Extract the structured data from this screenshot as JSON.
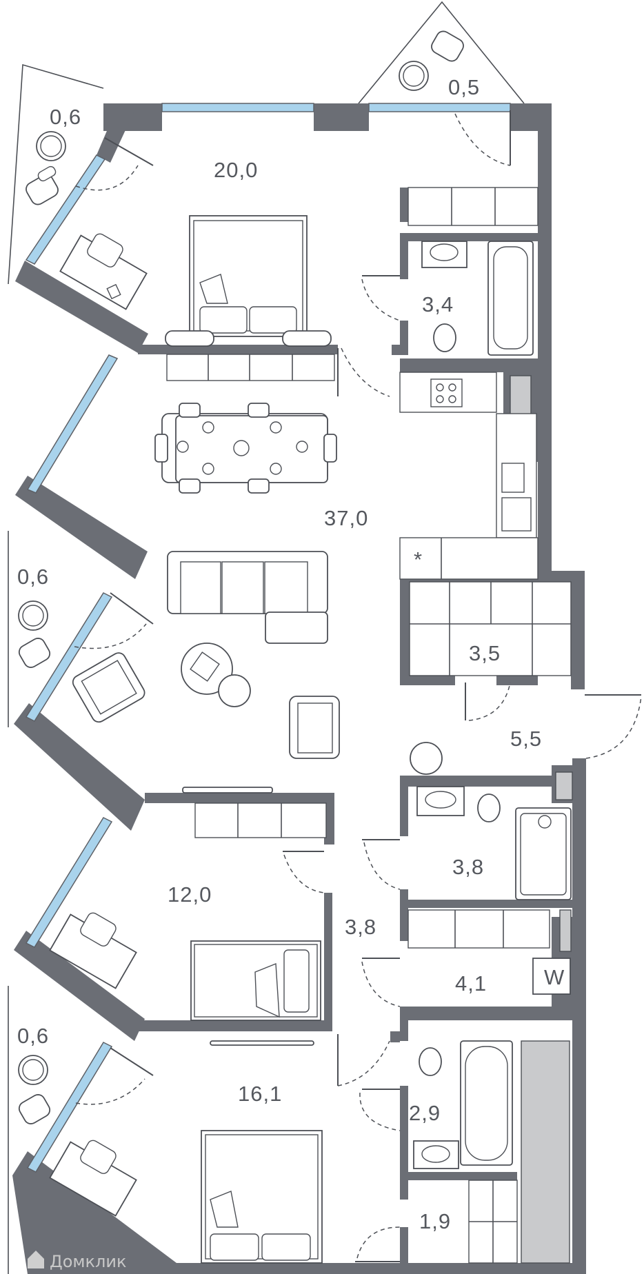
{
  "floor_plan": {
    "rooms": [
      {
        "id": "balcony-top-left",
        "area": "0,6"
      },
      {
        "id": "balcony-top-triangle",
        "area": "0,5"
      },
      {
        "id": "bedroom-1",
        "area": "20,0"
      },
      {
        "id": "bathroom-1",
        "area": "3,4"
      },
      {
        "id": "living-kitchen",
        "area": "37,0"
      },
      {
        "id": "balcony-middle-left",
        "area": "0,6"
      },
      {
        "id": "storage",
        "area": "3,5"
      },
      {
        "id": "entrance-hall",
        "area": "5,5"
      },
      {
        "id": "bathroom-2",
        "area": "3,8"
      },
      {
        "id": "bedroom-2",
        "area": "12,0"
      },
      {
        "id": "corridor",
        "area": "3,8"
      },
      {
        "id": "laundry",
        "area": "4,1"
      },
      {
        "id": "balcony-bottom-left",
        "area": "0,6"
      },
      {
        "id": "bedroom-3",
        "area": "16,1"
      },
      {
        "id": "bathroom-3",
        "area": "2,9"
      },
      {
        "id": "closet",
        "area": "1,9"
      }
    ],
    "symbols": {
      "fridge_mark": "*",
      "washer_mark": "W"
    }
  },
  "watermark": {
    "text": "Домклик"
  },
  "colors": {
    "wall": "#6b6e75",
    "window_glass": "#a9d3ec",
    "shaft_fill": "#c9cacc",
    "label": "#55585e"
  }
}
